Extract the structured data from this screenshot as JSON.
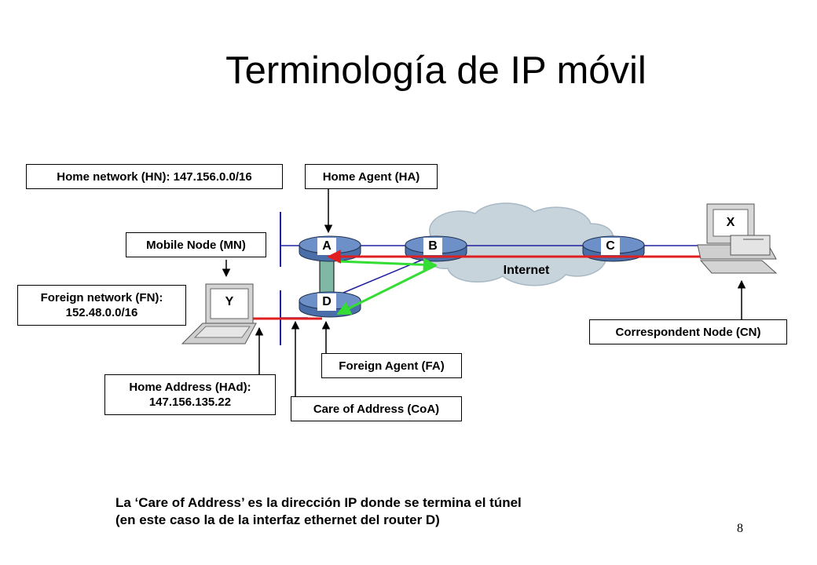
{
  "title": "Terminología de IP móvil",
  "labels": {
    "home_network": "Home network (HN): 147.156.0.0/16",
    "home_agent": "Home Agent (HA)",
    "mobile_node": "Mobile Node (MN)",
    "foreign_network": "Foreign network (FN):\n152.48.0.0/16",
    "home_address": "Home Address (HAd):\n147.156.135.22",
    "care_of_address": "Care of Address (CoA)",
    "foreign_agent": "Foreign Agent (FA)",
    "correspondent_node": "Correspondent Node (CN)"
  },
  "routers": {
    "a": "A",
    "b": "B",
    "c": "C",
    "d": "D"
  },
  "hosts": {
    "x": "X",
    "y": "Y"
  },
  "cloud_label": "Internet",
  "caption": {
    "line1": "La ‘Care of Address’ es la dirección IP donde se termina el túnel",
    "line2": "(en este caso la de la interfaz ethernet del router D)"
  },
  "page_number": "8",
  "colors": {
    "tunnel_green": "#33dd33",
    "path_red": "#e02020",
    "link_blue": "#2020a0",
    "cloud": "#c8d4dc"
  }
}
